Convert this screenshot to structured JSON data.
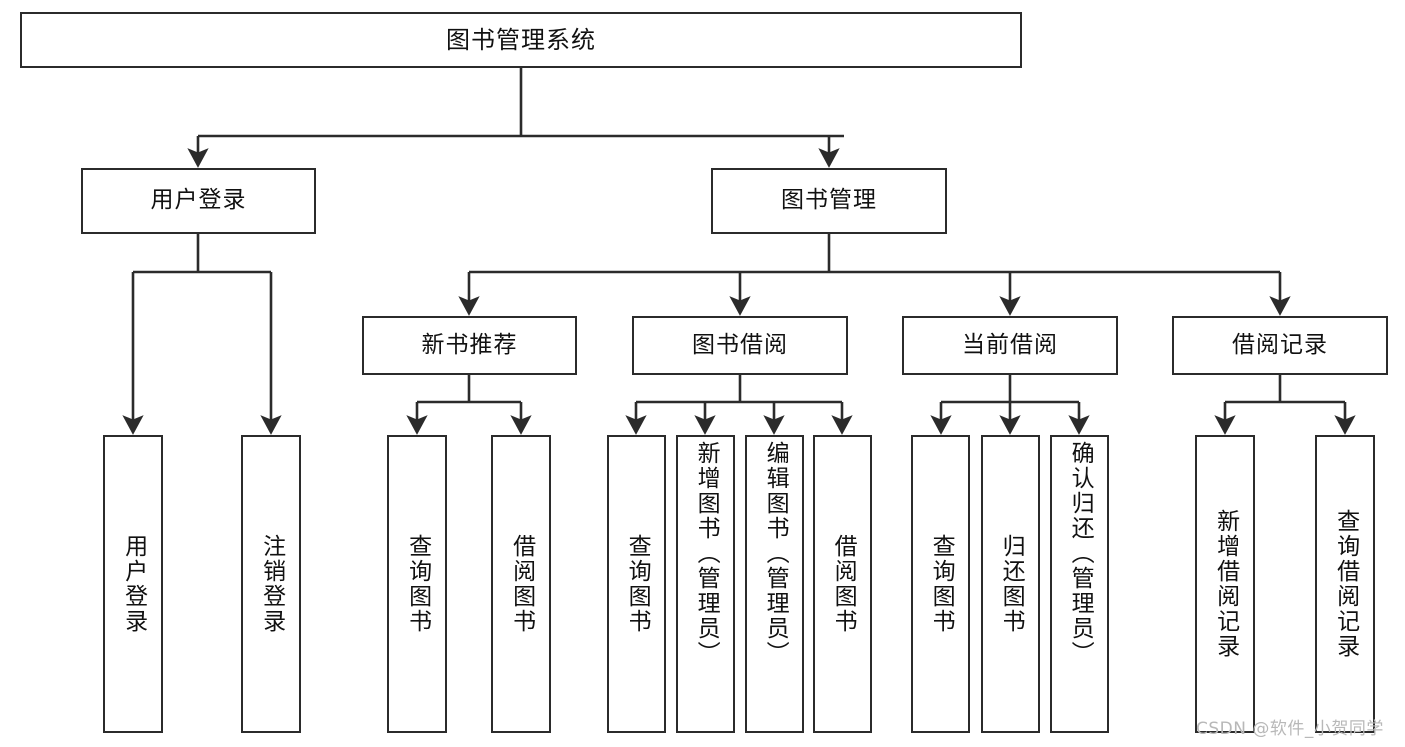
{
  "diagram": {
    "type": "tree-hierarchy",
    "title": "图书管理系统",
    "watermark": "CSDN @软件_小贺同学",
    "colors": {
      "background": "#ffffff",
      "box_border": "#2b2b2b",
      "box_fill": "#ffffff",
      "connector": "#2b2b2b",
      "text": "#111111",
      "watermark": "#b8b8b8"
    },
    "levels": {
      "root": {
        "label": "图书管理系统"
      },
      "level2": [
        {
          "id": "user-login",
          "label": "用户登录"
        },
        {
          "id": "book-management",
          "label": "图书管理"
        }
      ],
      "level3": [
        {
          "id": "new-book-recommend",
          "label": "新书推荐"
        },
        {
          "id": "book-borrow",
          "label": "图书借阅"
        },
        {
          "id": "current-borrow",
          "label": "当前借阅"
        },
        {
          "id": "borrow-record",
          "label": "借阅记录"
        }
      ],
      "leaves": {
        "user_login": [
          {
            "id": "leaf-user-login",
            "label": "用户登录"
          },
          {
            "id": "leaf-logout-login",
            "label": "注销登录"
          }
        ],
        "new_book_recommend": [
          {
            "id": "leaf-query-book-1",
            "label": "查询图书"
          },
          {
            "id": "leaf-borrow-book-1",
            "label": "借阅图书"
          }
        ],
        "book_borrow": [
          {
            "id": "leaf-query-book-2",
            "label": "查询图书"
          },
          {
            "id": "leaf-add-book",
            "label": "新增图书（管理员）"
          },
          {
            "id": "leaf-edit-book",
            "label": "编辑图书（管理员）"
          },
          {
            "id": "leaf-borrow-book-2",
            "label": "借阅图书"
          }
        ],
        "current_borrow": [
          {
            "id": "leaf-query-book-3",
            "label": "查询图书"
          },
          {
            "id": "leaf-return-book",
            "label": "归还图书"
          },
          {
            "id": "leaf-confirm-return",
            "label": "确认归还（管理员）"
          }
        ],
        "borrow_record": [
          {
            "id": "leaf-add-record",
            "label": "新增借阅记录"
          },
          {
            "id": "leaf-query-record",
            "label": "查询借阅记录"
          }
        ]
      }
    }
  }
}
